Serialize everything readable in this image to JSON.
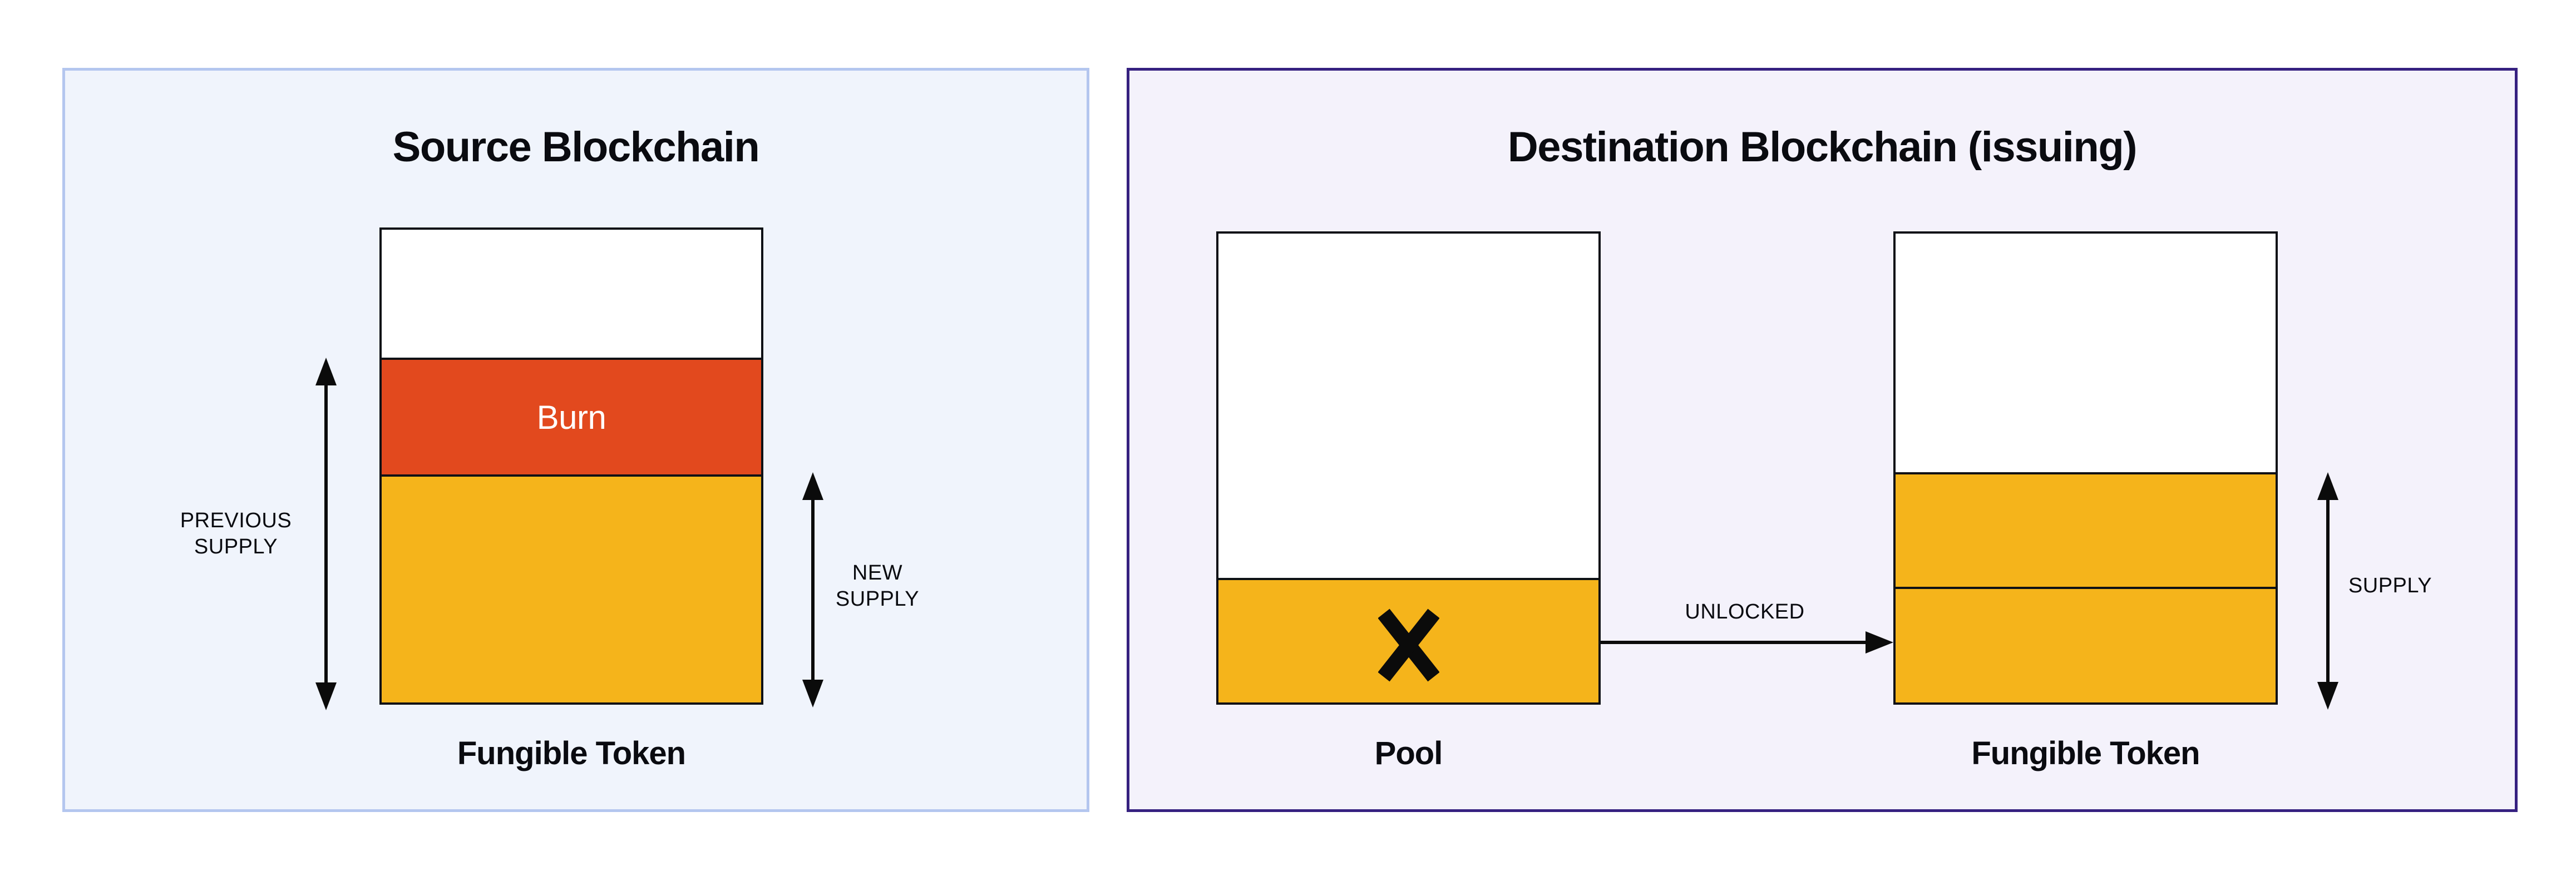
{
  "colors": {
    "canvas_bg": "#ffffff",
    "source_panel_bg": "#f0f4fc",
    "source_panel_border": "#b4c6ef",
    "dest_panel_bg": "#f4f2fb",
    "dest_panel_border": "#362180",
    "bar_border": "#0e1116",
    "bar_white": "#ffffff",
    "burn_fill": "#e2491e",
    "token_fill": "#f5b41b",
    "burn_text": "#ffffff",
    "ink": "#0a0b10",
    "arrow": "#0b0b0b"
  },
  "source_panel": {
    "title": "Source Blockchain",
    "burn_label": "Burn",
    "bar_label": "Fungible Token",
    "previous_supply": {
      "line1": "PREVIOUS",
      "line2": "SUPPLY"
    },
    "new_supply": {
      "line1": "NEW",
      "line2": "SUPPLY"
    }
  },
  "dest_panel": {
    "title": "Destination Blockchain (issuing)",
    "pool_label": "Pool",
    "token_label": "Fungible Token",
    "flow_label": "UNLOCKED",
    "supply_label": "SUPPLY"
  }
}
